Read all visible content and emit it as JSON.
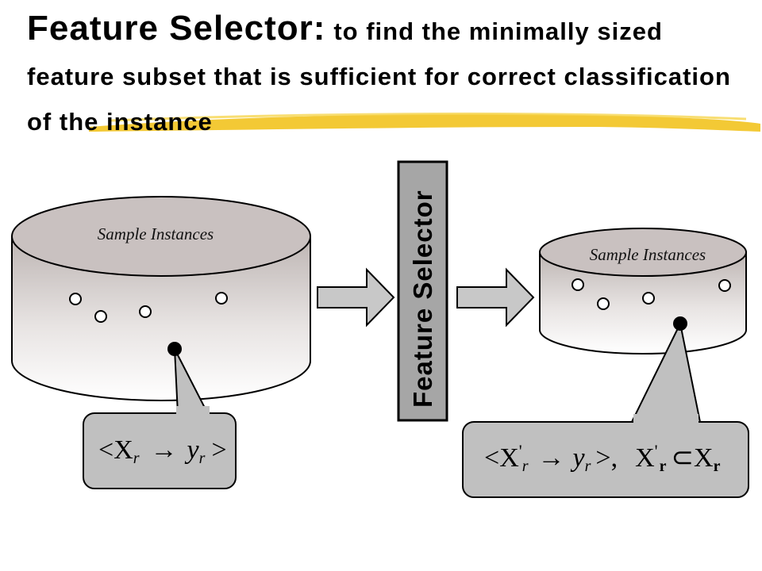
{
  "title": {
    "main": "Feature Selector:",
    "rest": "to find the minimally sized feature subset that is sufficient for correct classification of the instance"
  },
  "left_database": {
    "label": "Sample Instances",
    "formula": {
      "open": "<",
      "var": "X",
      "sub": "r",
      "arrow": "→",
      "target": "y",
      "target_sub": "r",
      "close": ">"
    }
  },
  "selector": {
    "label": "Feature Selector"
  },
  "right_database": {
    "label": "Sample Instances",
    "formula": {
      "open": "<",
      "var": "X",
      "prime": "'",
      "sub": "r",
      "arrow": "→",
      "target": "y",
      "target_sub": "r",
      "close": ">,",
      "subset_var": "X",
      "subset_prime": "'",
      "subset_sub": "r",
      "subset_symbol": "⊂",
      "superset_var": "X",
      "superset_sub": "r"
    }
  },
  "colors": {
    "highlight": "#f2c62a",
    "cylinder_top": "#c9c1c0",
    "cylinder_body_top": "#bfb8b6",
    "cylinder_body_bottom": "#ffffff",
    "arrow_fill": "#c8c8c8",
    "selector_fill": "#a6a6a6",
    "callout_fill": "#c0c0c0"
  }
}
